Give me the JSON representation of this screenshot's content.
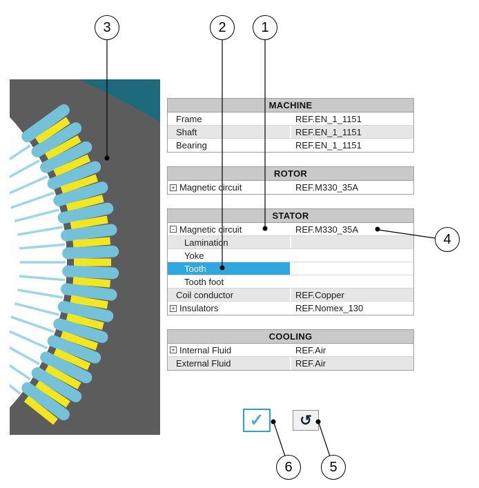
{
  "callouts": {
    "c1": "1",
    "c2": "2",
    "c3": "3",
    "c4": "4",
    "c5": "5",
    "c6": "6"
  },
  "panel": {
    "sections": [
      {
        "title": "MACHINE",
        "rows": [
          {
            "label": "Frame",
            "value": "REF.EN_1_1151"
          },
          {
            "label": "Shaft",
            "value": "REF.EN_1_1151"
          },
          {
            "label": "Bearing",
            "value": "REF.EN_1_1151"
          }
        ]
      },
      {
        "title": "ROTOR",
        "rows": [
          {
            "expander": "+",
            "label": "Magnetic circuit",
            "value": "REF.M330_35A"
          }
        ]
      },
      {
        "title": "STATOR",
        "rows": [
          {
            "expander": "-",
            "label": "Magnetic circuit",
            "value": "REF.M330_35A"
          },
          {
            "label": "Lamination",
            "value": ""
          },
          {
            "label": "Yoke",
            "value": ""
          },
          {
            "label": "Tooth",
            "value": "",
            "selected": true
          },
          {
            "label": "Tooth foot",
            "value": ""
          },
          {
            "label": "Coil conductor",
            "value": "REF.Copper"
          },
          {
            "expander": "+",
            "label": "Insulators",
            "value": "REF.Nomex_130"
          }
        ]
      },
      {
        "title": "COOLING",
        "rows": [
          {
            "expander": "+",
            "label": "Internal Fluid",
            "value": "REF.Air"
          },
          {
            "label": "External Fluid",
            "value": "REF.Air"
          }
        ]
      }
    ]
  },
  "buttons": {
    "validate_icon": "✓",
    "reset_icon": "↺"
  },
  "colors": {
    "selected_row": "#2fa8e0",
    "section_header": "#c9c9c9",
    "accent_blue": "#2a9fd8",
    "motor_background": "#5c5c5c",
    "motor_tooth": "#73c2da",
    "motor_slot": "#f2e71c",
    "motor_housing": "#1d6a7d"
  }
}
